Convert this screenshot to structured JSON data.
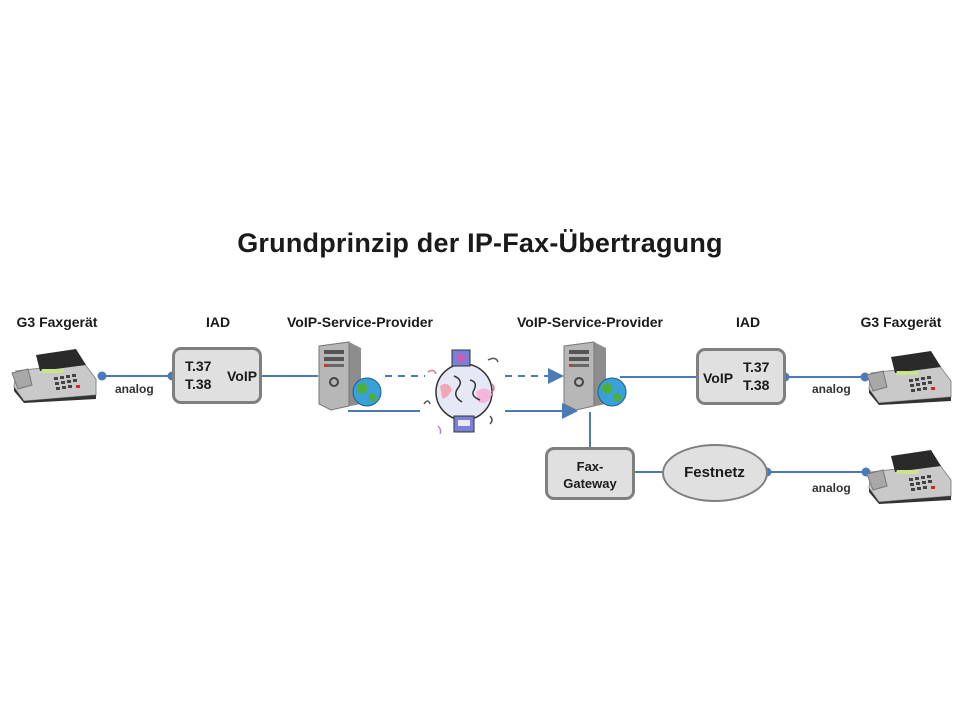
{
  "title": "Grundprinzip der IP-Fax-Übertragung",
  "colors": {
    "line": "#4a7ab8",
    "box_fill": "#e0e0e0",
    "box_border": "#7f7f7f"
  },
  "nodes": {
    "fax_left": {
      "label": "G3 Faxgerät",
      "icon": "fax-machine-icon"
    },
    "iad_left": {
      "label": "IAD",
      "proto1": "T.37",
      "proto2": "T.38",
      "voip": "VoIP"
    },
    "provider_left": {
      "label": "VoIP-Service-Provider",
      "icon": "server-globe-icon"
    },
    "internet": {
      "icon": "internet-globe-icon"
    },
    "provider_right": {
      "label": "VoIP-Service-Provider",
      "icon": "server-globe-icon"
    },
    "iad_right": {
      "label": "IAD",
      "proto1": "T.37",
      "proto2": "T.38",
      "voip": "VoIP"
    },
    "fax_right": {
      "label": "G3 Faxgerät",
      "icon": "fax-machine-icon"
    },
    "gateway": {
      "line1": "Fax-",
      "line2": "Gateway"
    },
    "festnetz": {
      "label": "Festnetz"
    },
    "fax_bottom": {
      "icon": "fax-machine-icon"
    }
  },
  "links": {
    "left_analog": "analog",
    "right_analog": "analog",
    "bottom_analog": "analog"
  }
}
